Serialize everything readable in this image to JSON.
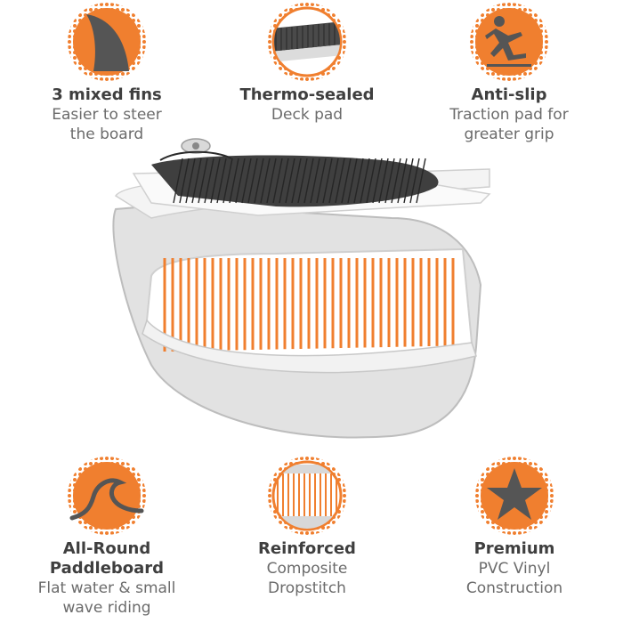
{
  "colors": {
    "accent": "#f07f2f",
    "dark": "#4d4d4d",
    "title": "#3f3f3f",
    "desc": "#6b6b6b"
  },
  "features": [
    {
      "icon": "fin-icon",
      "title": "3 mixed fins",
      "desc_lines": [
        "Easier to steer",
        "the board"
      ]
    },
    {
      "icon": "deck-pad-icon",
      "title": "Thermo-sealed",
      "desc_lines": [
        "Deck pad"
      ]
    },
    {
      "icon": "slipping-person-icon",
      "title": "Anti-slip",
      "desc_lines": [
        "Traction pad for",
        "greater grip"
      ]
    },
    {
      "icon": "wave-icon",
      "title_lines": [
        "All-Round",
        "Paddleboard"
      ],
      "desc_lines": [
        "Flat water & small",
        "wave riding"
      ]
    },
    {
      "icon": "dropstitch-icon",
      "title": "Reinforced",
      "desc_lines": [
        "Composite",
        "Dropstitch"
      ]
    },
    {
      "icon": "star-icon",
      "title": "Premium",
      "desc_lines": [
        "PVC Vinyl",
        "Construction"
      ]
    }
  ]
}
